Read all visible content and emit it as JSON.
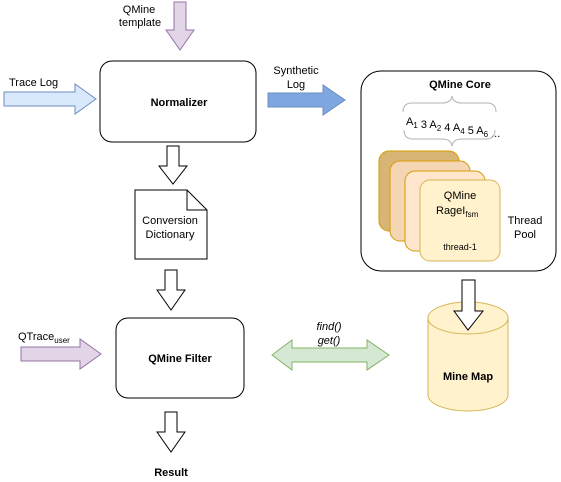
{
  "inputs": {
    "template_line1": "QMine",
    "template_line2": "template",
    "trace_log": "Trace Log",
    "qtrace_main": "QTrace",
    "qtrace_sub": "user"
  },
  "normalizer": {
    "label": "Normalizer"
  },
  "synthetic_log": {
    "line1": "Synthetic",
    "line2": "Log"
  },
  "conversion_dictionary": {
    "line1": "Conversion",
    "line2": "Dictionary"
  },
  "qmine_core": {
    "title": "QMine Core",
    "sequence": [
      {
        "text": "A",
        "sub": "1"
      },
      {
        "text": " 3 ",
        "sub": ""
      },
      {
        "text": "A",
        "sub": "2"
      },
      {
        "text": " 4 ",
        "sub": ""
      },
      {
        "text": "A",
        "sub": "4"
      },
      {
        "text": " 5 ",
        "sub": ""
      },
      {
        "text": "A",
        "sub": "6"
      },
      {
        "text": " ...",
        "sub": ""
      }
    ],
    "worker_line1": "QMine",
    "worker_line2_main": "RageI",
    "worker_line2_sub": "fsm",
    "worker_thread": "thread-1",
    "pool_line1": "Thread",
    "pool_line2": "Pool"
  },
  "qmine_filter": {
    "label": "QMine Filter"
  },
  "methods": {
    "find": "find()",
    "get": "get()"
  },
  "mine_map": {
    "label": "Mine Map"
  },
  "result": {
    "label": "Result"
  },
  "colors": {
    "purple_fill": "#E1D5E7",
    "purple_stroke": "#9673A6",
    "blue_light_fill": "#DAE8FC",
    "blue_light_stroke": "#6C8EBF",
    "blue_dark_fill": "#7EA6E0",
    "green_fill": "#D5E8D4",
    "green_stroke": "#82B366",
    "yellow_fill": "#FFF2CC",
    "yellow_stroke": "#D6B656",
    "orange_fill": "#FFE6CC",
    "orange_stroke": "#D79B00",
    "tan_fill": "#F5D6B4",
    "brown_fill": "#D8B575"
  }
}
